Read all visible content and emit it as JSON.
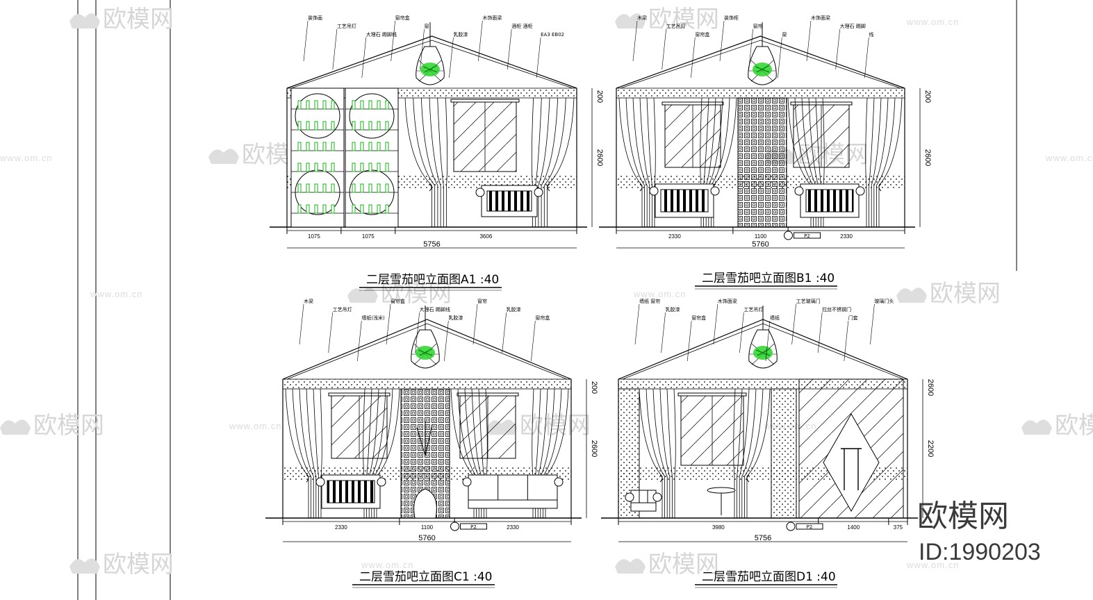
{
  "watermark": {
    "brand_text": "欧模网",
    "url_text": "www.om.cn",
    "id_text": "ID:1990203"
  },
  "panels": [
    {
      "title": "二层雪茄吧立面图A1 :40",
      "total_width": "5756",
      "segments": [
        "1075",
        "1075",
        "3606"
      ],
      "heights": [
        "200",
        "2600"
      ],
      "notes": [
        "装饰画",
        "工艺吊灯",
        "大理石 踢脚线",
        "窗帘盒",
        "窗",
        "乳胶漆",
        "木饰面梁",
        "酒柜 酒柜",
        "EA3 EB02"
      ],
      "tag": ""
    },
    {
      "title": "二层雪茄吧立面图B1 :40",
      "total_width": "5760",
      "segments": [
        "2330",
        "1100",
        "2330"
      ],
      "heights": [
        "200",
        "2600"
      ],
      "notes": [
        "木梁",
        "工艺吊灯",
        "窗帘盒",
        "装饰柜",
        "窗帘",
        "窗",
        "木饰面梁",
        "大理石 踢脚",
        "线"
      ],
      "tag": "P2"
    },
    {
      "title": "二层雪茄吧立面图C1 :40",
      "total_width": "5760",
      "segments": [
        "2330",
        "1100",
        "2330"
      ],
      "heights": [
        "200",
        "2600"
      ],
      "notes": [
        "木梁",
        "工艺吊灯",
        "墙纸(浅米)",
        "窗帘盒",
        "大理石 踢脚线",
        "乳胶漆",
        "窗帘",
        "乳胶漆",
        "窗帘盒"
      ],
      "tag": "P2"
    },
    {
      "title": "二层雪茄吧立面图D1 :40",
      "total_width": "5756",
      "segments": [
        "3980",
        "1400",
        "375"
      ],
      "heights": [
        "2600",
        "2200"
      ],
      "notes": [
        "墙纸 窗帘",
        "乳胶漆",
        "窗帘盒",
        "木饰面梁",
        "工艺吊灯",
        "墙纸",
        "工艺玻璃门",
        "拉丝不锈钢门",
        "门套",
        "玻璃门头"
      ],
      "tag": "P2"
    }
  ]
}
